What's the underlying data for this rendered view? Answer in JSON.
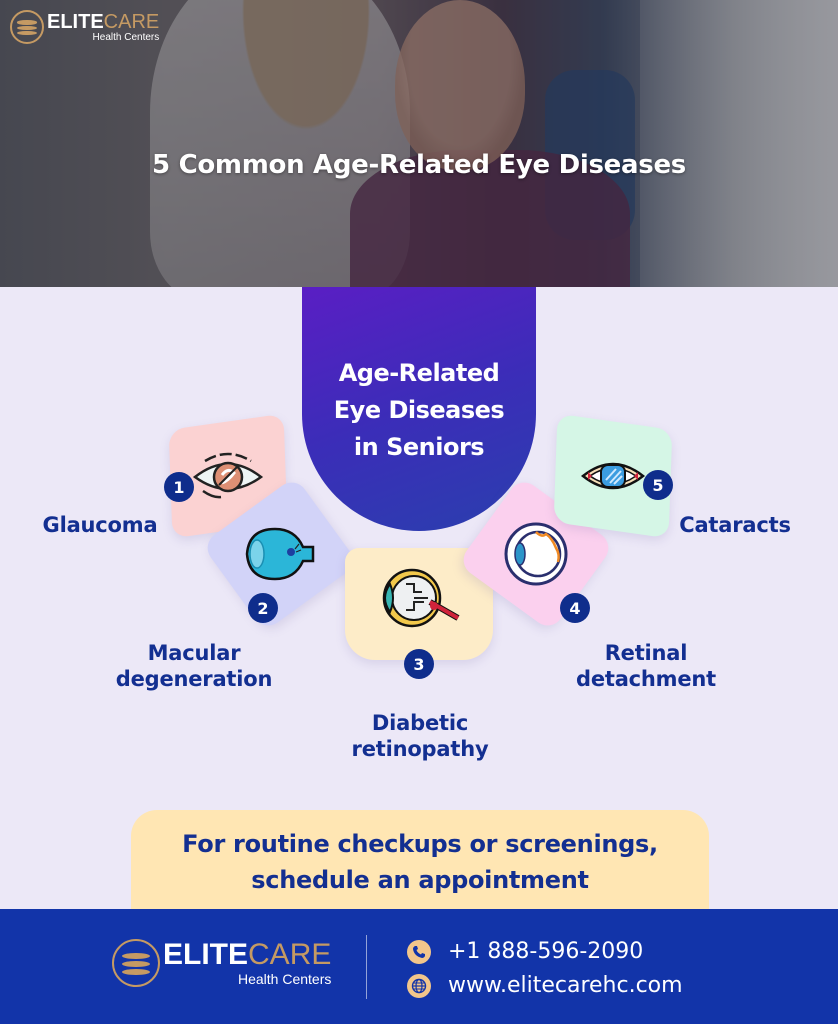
{
  "brand": {
    "name_part1": "ELITE",
    "name_part2": "CARE",
    "subtitle": "Health Centers",
    "accent_gold": "#c59a63",
    "primary_blue": "#132f91"
  },
  "hero": {
    "title": "5 Common Age-Related Eye Diseases"
  },
  "center": {
    "title": "Age-Related\nEye Diseases\nin Seniors"
  },
  "diseases": [
    {
      "number": "1",
      "label": "Glaucoma",
      "icon": "glaucoma-eye-icon",
      "color": "#fbd2d2"
    },
    {
      "number": "2",
      "label": "Macular\ndegeneration",
      "icon": "eyeball-cross-section-icon",
      "color": "#d2d3f8"
    },
    {
      "number": "3",
      "label": "Diabetic\nretinopathy",
      "icon": "retina-vessels-icon",
      "color": "#fdecc8"
    },
    {
      "number": "4",
      "label": "Retinal\ndetachment",
      "icon": "detached-retina-icon",
      "color": "#fbd0ee"
    },
    {
      "number": "5",
      "label": "Cataracts",
      "icon": "cloudy-lens-eye-icon",
      "color": "#d5f6e6"
    }
  ],
  "cta": {
    "text": "For routine checkups or screenings,\nschedule an appointment"
  },
  "footer": {
    "phone": "+1 888-596-2090",
    "website": "www.elitecarehc.com",
    "phone_icon": "phone-icon",
    "web_icon": "globe-icon"
  }
}
